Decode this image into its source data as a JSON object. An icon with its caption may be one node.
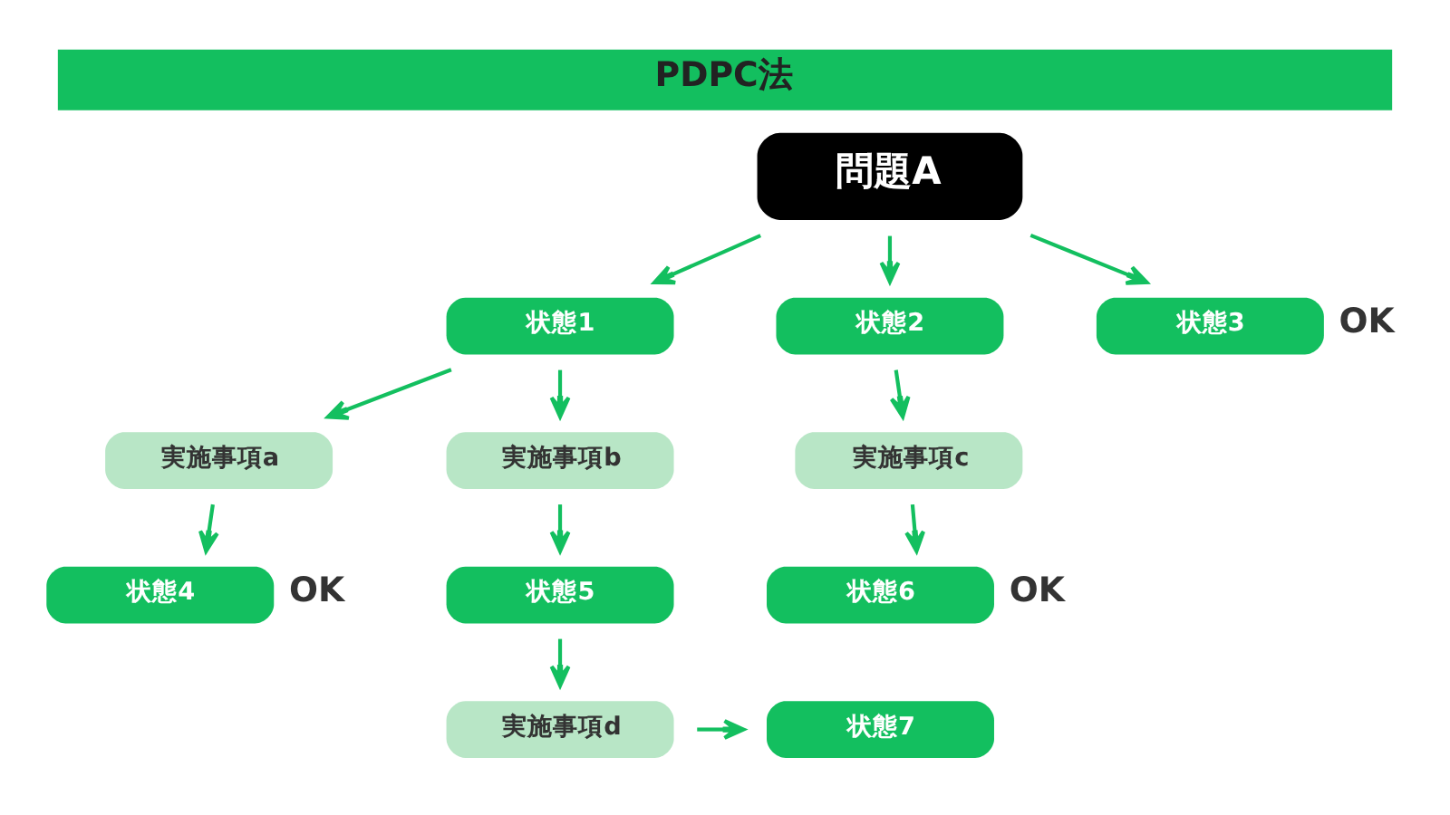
{
  "diagram": {
    "title": "PDPC法",
    "nodes": [
      {
        "text": [
          "問題A"
        ]
      },
      {
        "text": [
          "状態1"
        ]
      },
      {
        "text": [
          "状態2"
        ]
      },
      {
        "text": [
          "状態3"
        ],
        "beside": [
          "OK"
        ]
      },
      {
        "text": [
          "実施事項a"
        ]
      },
      {
        "text": [
          "実施事項b"
        ]
      },
      {
        "text": [
          "実施事項c"
        ]
      },
      {
        "text": [
          "状態4"
        ],
        "beside": [
          "OK"
        ]
      },
      {
        "text": [
          "状態5"
        ]
      },
      {
        "text": [
          "状態6"
        ],
        "beside": [
          "OK"
        ]
      },
      {
        "text": [
          "実施事項d"
        ]
      },
      {
        "text": [
          "状態7"
        ]
      }
    ],
    "edges": [
      {
        "from": 0,
        "to": 1,
        "arrow": "to"
      },
      {
        "from": 0,
        "to": 2,
        "arrow": "to"
      },
      {
        "from": 0,
        "to": 3,
        "arrow": "to"
      },
      {
        "from": 1,
        "to": 4,
        "arrow": "to"
      },
      {
        "from": 1,
        "to": 5,
        "arrow": "to"
      },
      {
        "from": 2,
        "to": 6,
        "arrow": "to"
      },
      {
        "from": 4,
        "to": 7,
        "arrow": "to"
      },
      {
        "from": 5,
        "to": 8,
        "arrow": "to"
      },
      {
        "from": 6,
        "to": 9,
        "arrow": "to"
      },
      {
        "from": 8,
        "to": 10,
        "arrow": "to"
      },
      {
        "from": 10,
        "to": 11,
        "arrow": "to"
      }
    ]
  }
}
